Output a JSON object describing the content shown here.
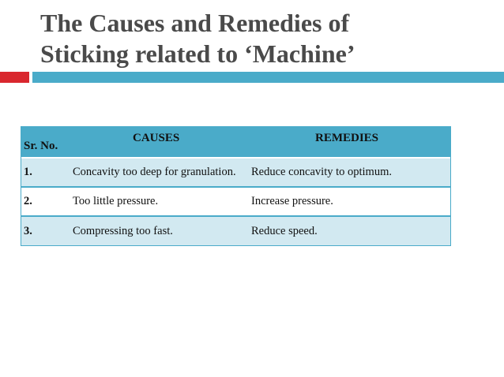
{
  "slide": {
    "title_line1": "The Causes and Remedies of",
    "title_line2": "Sticking related to ‘Machine’"
  },
  "table": {
    "headers": {
      "sr_no": "Sr. No.",
      "causes": "CAUSES",
      "remedies": "REMEDIES"
    },
    "rows": [
      {
        "sr": "1.",
        "cause": "Concavity too deep for granulation.",
        "remedy": "Reduce concavity to optimum."
      },
      {
        "sr": "2.",
        "cause": "Too little pressure.",
        "remedy": "Increase pressure."
      },
      {
        "sr": "3.",
        "cause": "Compressing too fast.",
        "remedy": "Reduce speed."
      }
    ]
  },
  "colors": {
    "accent_red": "#d9272e",
    "accent_blue": "#4aabc9",
    "row_tint": "#d2e9f1",
    "title_text": "#4a4a4a"
  }
}
